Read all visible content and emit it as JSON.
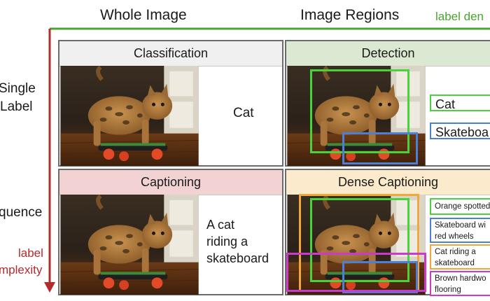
{
  "columns": {
    "whole_image": "Whole Image",
    "image_regions": "Image Regions"
  },
  "axes": {
    "label_density": "label den",
    "label_complexity_line1": "label",
    "label_complexity_line2": "mplexity",
    "colors": {
      "density": "#4aa52e",
      "complexity": "#b52a2a"
    }
  },
  "rows": {
    "single_label_line1": "Single",
    "single_label_line2": "Label",
    "sequence": "quence"
  },
  "panels": {
    "classification": {
      "title": "Classification",
      "label": "Cat",
      "title_bg": "#f0f0f0"
    },
    "detection": {
      "title": "Detection",
      "labels": [
        "Cat",
        "Skateboa"
      ],
      "title_bg": "#dbe9d3"
    },
    "captioning": {
      "title": "Captioning",
      "caption_lines": [
        "A cat",
        "riding a",
        "skateboard"
      ],
      "title_bg": "#f3d2d3"
    },
    "dense_captioning": {
      "title": "Dense Captioning",
      "title_bg": "#fbeacb",
      "captions": [
        {
          "lines": [
            "Orange spotted"
          ],
          "color": "#49d33b"
        },
        {
          "lines": [
            "Skateboard wi",
            "red wheels"
          ],
          "color": "#4c7fd6"
        },
        {
          "lines": [
            "Cat riding a",
            "skateboard"
          ],
          "color": "#f2a838"
        },
        {
          "lines": [
            "Brown hardwo",
            "flooring"
          ],
          "color": "#c93bc8"
        }
      ]
    }
  }
}
